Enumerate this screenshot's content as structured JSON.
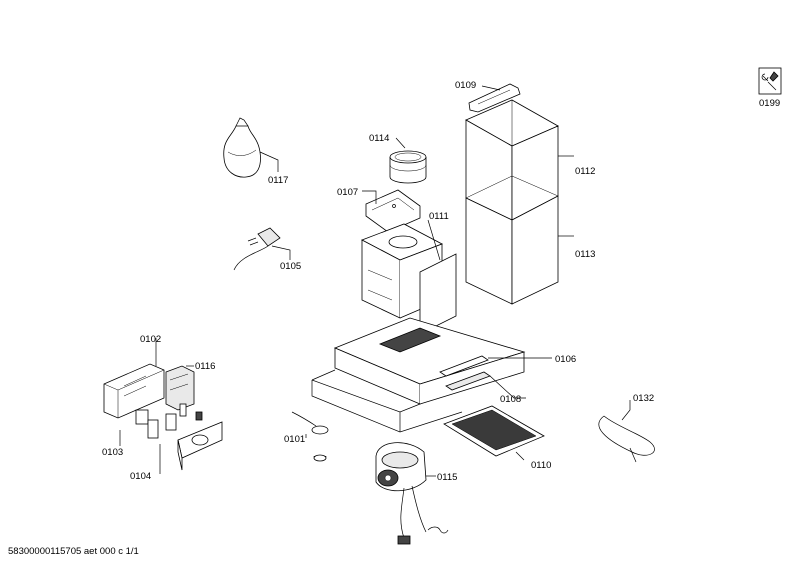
{
  "labels": {
    "p0109": "0109",
    "p0199": "0199",
    "p0114": "0114",
    "p0112": "0112",
    "p0117": "0117",
    "p0107": "0107",
    "p0111": "0111",
    "p0113": "0113",
    "p0105": "0105",
    "p0102": "0102",
    "p0116": "0116",
    "p0106": "0106",
    "p0108": "0108",
    "p0132": "0132",
    "p0101": "0101",
    "p0103": "0103",
    "p0110": "0110",
    "p0104": "0104",
    "p0115": "0115"
  },
  "footer": "58300000115705 aet 000 c 1/1",
  "icons": {
    "service": "tools-icon"
  }
}
